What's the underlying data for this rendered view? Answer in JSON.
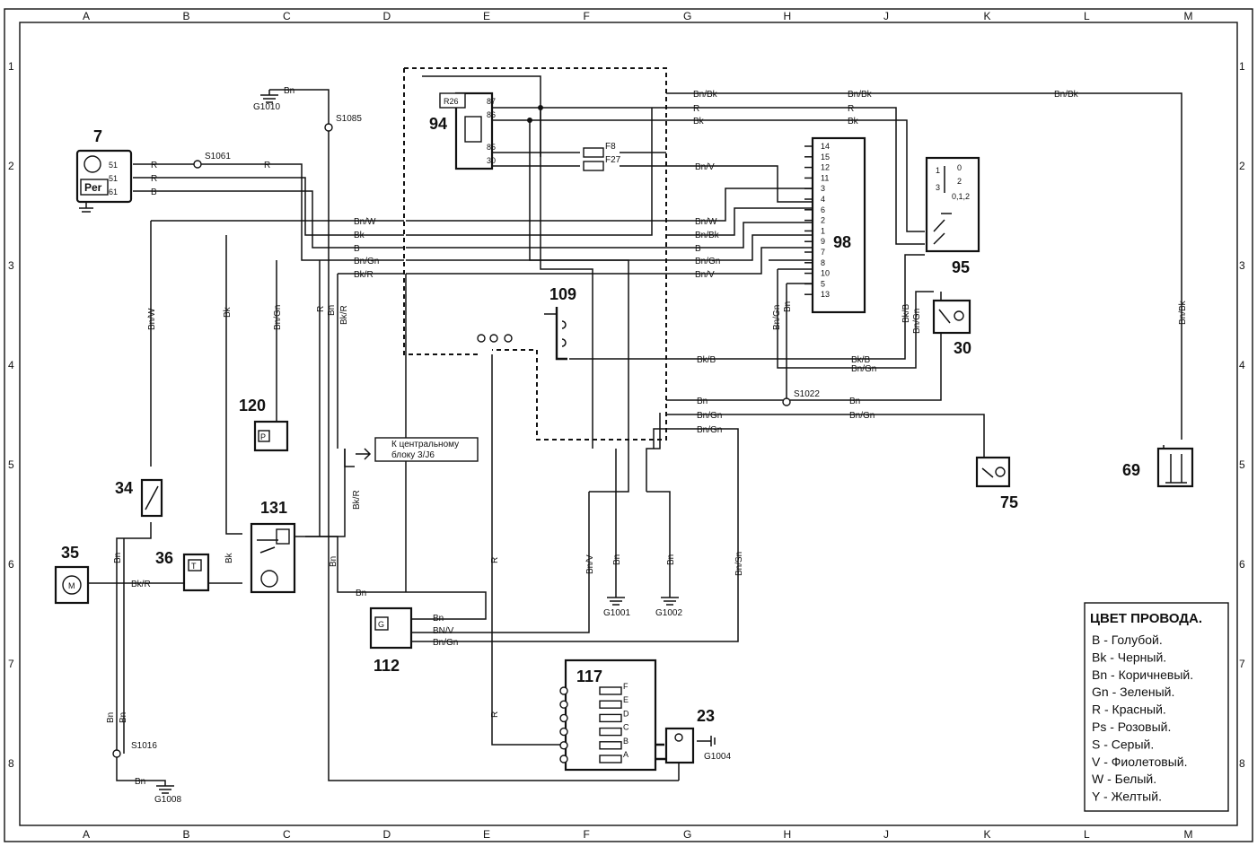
{
  "grid": {
    "columns": [
      "A",
      "B",
      "C",
      "D",
      "E",
      "F",
      "G",
      "H",
      "J",
      "K",
      "L",
      "M"
    ],
    "rows": [
      "1",
      "2",
      "3",
      "4",
      "5",
      "6",
      "7",
      "8"
    ]
  },
  "components": {
    "c7": {
      "number": "7",
      "pins": [
        "51",
        "51",
        "61"
      ],
      "label": "Per"
    },
    "c94": {
      "number": "94",
      "relay": "R26",
      "pins": [
        "87",
        "86",
        "85",
        "30"
      ]
    },
    "c98": {
      "number": "98",
      "pins": [
        "14",
        "15",
        "12",
        "11",
        "3",
        "4",
        "6",
        "2",
        "1",
        "9",
        "7",
        "8",
        "10",
        "5",
        "13"
      ]
    },
    "c95": {
      "number": "95",
      "positions": [
        "0",
        "1",
        "2",
        "3",
        "0,1,2"
      ]
    },
    "c109": {
      "number": "109"
    },
    "c120": {
      "number": "120",
      "label": "P"
    },
    "c30": {
      "number": "30"
    },
    "c34": {
      "number": "34"
    },
    "c35": {
      "number": "35",
      "label": "M"
    },
    "c36": {
      "number": "36",
      "label": "T"
    },
    "c131": {
      "number": "131"
    },
    "c112": {
      "number": "112",
      "label": "G"
    },
    "c117": {
      "number": "117",
      "fuses": [
        "F",
        "E",
        "D",
        "C",
        "B",
        "A"
      ]
    },
    "c23": {
      "number": "23"
    },
    "c75": {
      "number": "75"
    },
    "c69": {
      "number": "69"
    }
  },
  "fuses": {
    "f8": "F8",
    "f27": "F27"
  },
  "splices": {
    "s1061": "S1061",
    "s1085": "S1085",
    "s1022": "S1022",
    "s1016": "S1016"
  },
  "grounds": {
    "g1010": "G1010",
    "g1001": "G1001",
    "g1002": "G1002",
    "g1004": "G1004",
    "g1008": "G1008"
  },
  "note": {
    "line1": "К центральному",
    "line2": "блоку 3/J6"
  },
  "wires": {
    "bn": "Bn",
    "r": "R",
    "bk": "Bk",
    "b": "B",
    "bn_bk": "Bn/Bk",
    "bn_v": "Bn/V",
    "bn_w": "Bn/W",
    "bn_gn": "Bn/Gn",
    "bk_r": "Bk/R",
    "bk_b": "Bk/B",
    "bn_sn": "Bn/Sn",
    "bnv_upper": "BN/V"
  },
  "legend": {
    "title": "ЦВЕТ ПРОВОДА.",
    "items": [
      "B - Голубой.",
      "Bk - Черный.",
      "Bn - Коричневый.",
      "Gn - Зеленый.",
      "R - Красный.",
      "Ps - Розовый.",
      "S - Серый.",
      "V - Фиолетовый.",
      "W - Белый.",
      "Y - Желтый."
    ]
  }
}
